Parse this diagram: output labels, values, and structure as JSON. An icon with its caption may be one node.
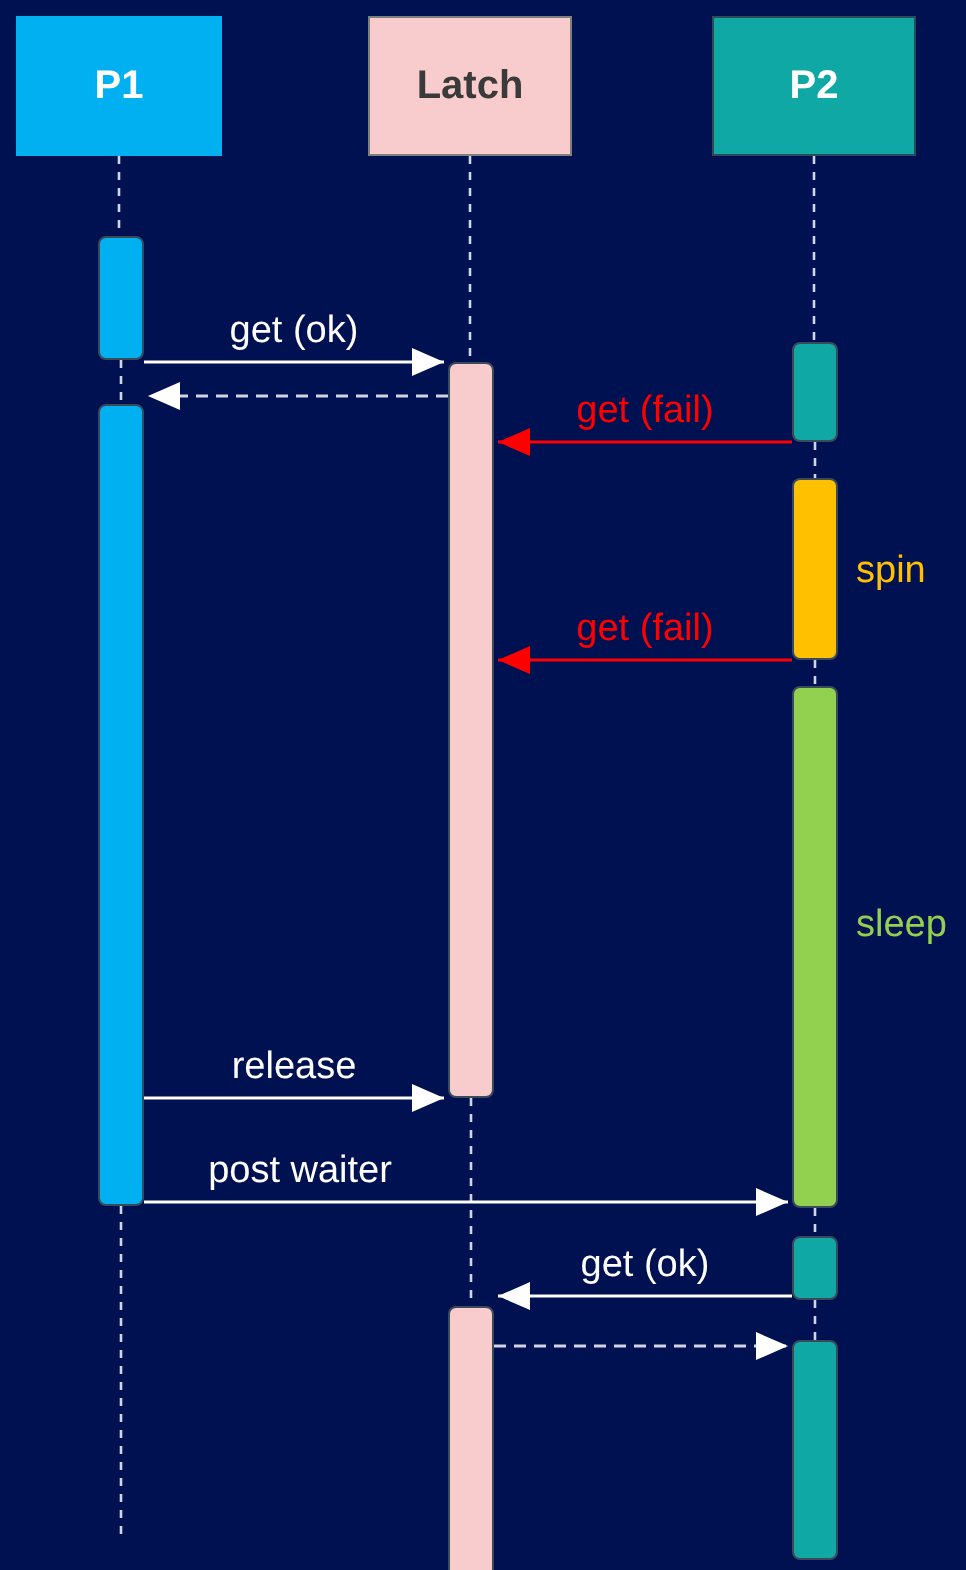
{
  "diagram": {
    "nodes": [
      {
        "text": [
          "P1"
        ]
      },
      {
        "text": [
          "Latch"
        ]
      },
      {
        "text": [
          "P2"
        ]
      },
      {
        "text": [],
        "shape": "bar"
      },
      {
        "text": [],
        "shape": "bar"
      },
      {
        "text": [],
        "shape": "bar"
      },
      {
        "text": [],
        "shape": "bar"
      },
      {
        "text": [],
        "shape": "bar",
        "beside": [
          "spin"
        ]
      },
      {
        "text": [],
        "shape": "bar",
        "beside": [
          "sleep"
        ]
      },
      {
        "text": [],
        "shape": "bar"
      },
      {
        "text": [],
        "shape": "bar"
      },
      {
        "text": [],
        "shape": "bar"
      }
    ],
    "edges": [
      {
        "from": 3,
        "to": 4,
        "arrow": "to",
        "label": "get (ok)"
      },
      {
        "from": 4,
        "to": 5,
        "arrow": "to",
        "style": "dashed"
      },
      {
        "from": 6,
        "to": 4,
        "arrow": "to",
        "label": "get (fail)",
        "color": "#ff0000"
      },
      {
        "from": 7,
        "to": 4,
        "arrow": "to",
        "label": "get (fail)",
        "color": "#ff0000"
      },
      {
        "from": 5,
        "to": 4,
        "arrow": "to",
        "label": "release"
      },
      {
        "from": 5,
        "to": 8,
        "arrow": "to",
        "label": "post waiter"
      },
      {
        "from": 9,
        "to": 10,
        "arrow": "to",
        "label": "get (ok)"
      },
      {
        "from": 10,
        "to": 11,
        "arrow": "to",
        "style": "dashed"
      },
      {
        "from": 0,
        "to": 3,
        "arrow": "none",
        "style": "dashed"
      },
      {
        "from": 3,
        "to": 5,
        "arrow": "none",
        "style": "dashed"
      },
      {
        "from": 5,
        "to": null,
        "arrow": "none",
        "style": "dashed"
      },
      {
        "from": 1,
        "to": 4,
        "arrow": "none",
        "style": "dashed"
      },
      {
        "from": 4,
        "to": 10,
        "arrow": "none",
        "style": "dashed"
      },
      {
        "from": 2,
        "to": 6,
        "arrow": "none",
        "style": "dashed"
      },
      {
        "from": 6,
        "to": 7,
        "arrow": "none",
        "style": "dashed"
      },
      {
        "from": 7,
        "to": 8,
        "arrow": "none",
        "style": "dashed"
      },
      {
        "from": 8,
        "to": 9,
        "arrow": "none",
        "style": "dashed"
      },
      {
        "from": 9,
        "to": 11,
        "arrow": "none",
        "style": "dashed"
      }
    ]
  }
}
